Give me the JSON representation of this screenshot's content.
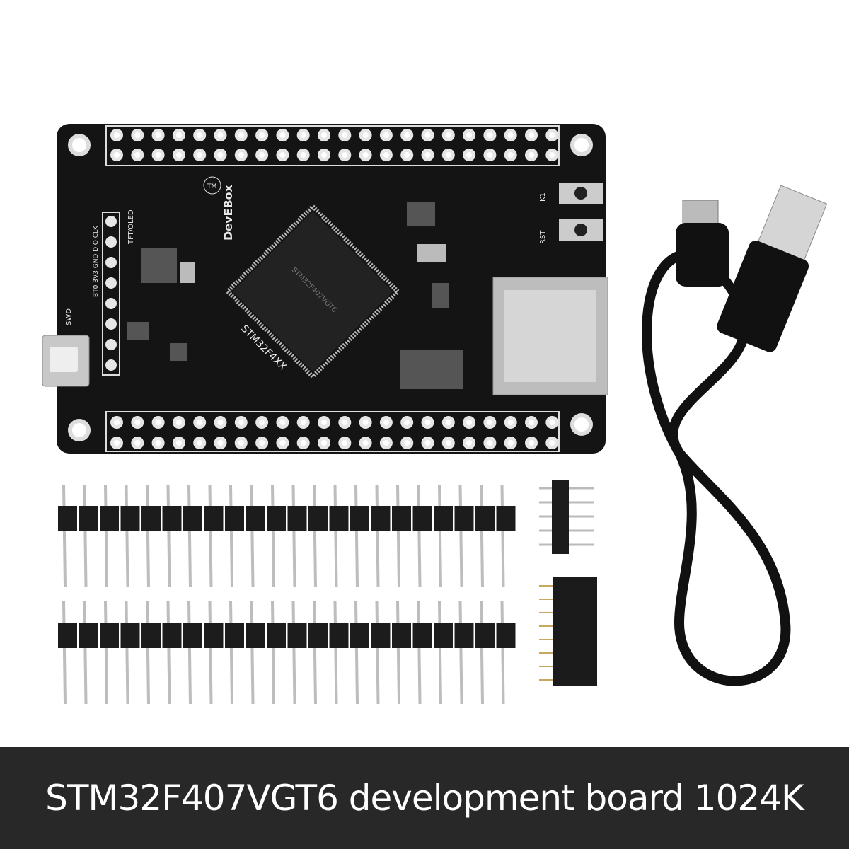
{
  "caption": "STM32F407VGT6 development board 1024K",
  "board": {
    "brand_label": "DevEBox",
    "tm_label": "TM",
    "series_label": "STM32F4XX",
    "display_header_label": "TFT/OLED",
    "swd_label": "SWD",
    "swd_pins": "BT0 3V3 GND DIO CLK",
    "reset_label": "RST",
    "key_label": "K1",
    "chip_marking": "STM32F407VGT6",
    "colors": {
      "pcb": "#141414",
      "silkscreen": "#e8e8e8",
      "pad": "#e6e6e6",
      "banner": "#282828"
    }
  }
}
